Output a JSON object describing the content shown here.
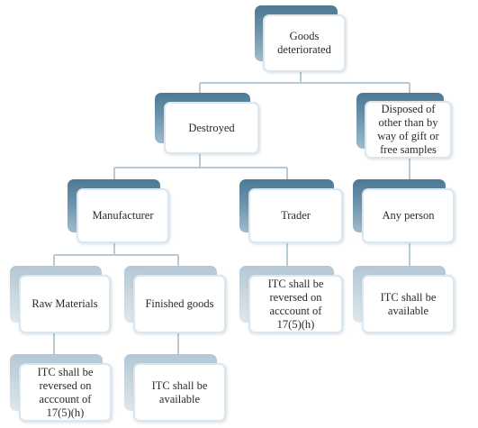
{
  "nodes": {
    "goods_deteriorated": "Goods\ndeteriorated",
    "destroyed": "Destroyed",
    "disposed": "Disposed of\nother than by\nway of gift or\nfree samples",
    "manufacturer": "Manufacturer",
    "trader": "Trader",
    "any_person": "Any person",
    "raw_materials": "Raw Materials",
    "finished_goods": "Finished goods",
    "trader_itc": "ITC shall be\nreversed on\nacccount of\n17(5)(h)",
    "any_person_itc": "ITC shall be\navailable",
    "raw_materials_itc": "ITC shall be\nreversed on\nacccount of\n17(5)(h)",
    "finished_goods_itc": "ITC shall be\navailable"
  },
  "colors": {
    "connector": "#b9cad6",
    "back_dark": "#5a839e",
    "back_light": "#c1d2de",
    "front_border": "#dbe6ee"
  }
}
